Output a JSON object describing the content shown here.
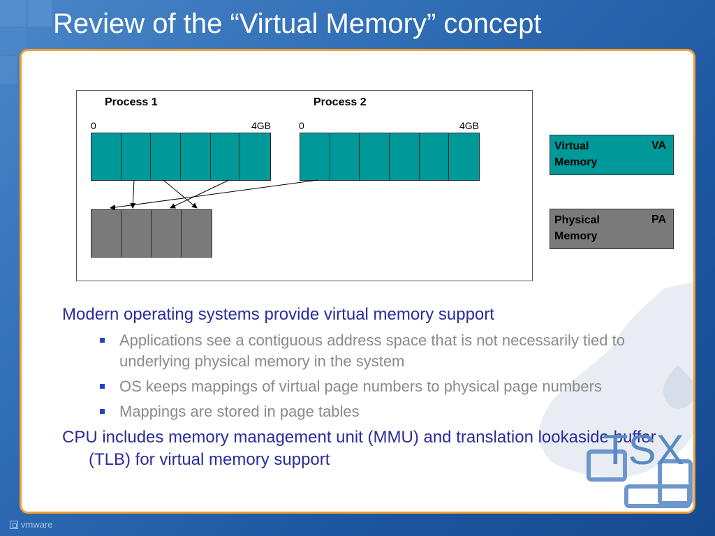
{
  "title": "Review of the “Virtual Memory” concept",
  "diagram": {
    "process1_label": "Process 1",
    "process2_label": "Process 2",
    "p1_start": "0",
    "p1_end": "4GB",
    "p2_start": "0",
    "p2_end": "4GB",
    "virtual_pages_per_process": 6,
    "physical_pages": 4
  },
  "legend": {
    "virtual_label": "Virtual Memory",
    "virtual_abbr": "VA",
    "virtual_color": "#009999",
    "physical_label": "Physical Memory",
    "physical_abbr": "PA",
    "physical_color": "#7a7a7a"
  },
  "bullets": {
    "b1": "Modern operating systems provide virtual memory support",
    "sub": [
      "Applications see a contiguous address space that is not necessarily tied to underlying physical memory in the system",
      "OS keeps mappings of virtual page numbers to physical page numbers",
      "Mappings are stored in page tables"
    ],
    "b2": "CPU includes memory management unit (MMU) and translation lookaside buffer (TLB) for virtual memory support"
  },
  "logo_text": "TSX",
  "footer_brand": "vmware"
}
